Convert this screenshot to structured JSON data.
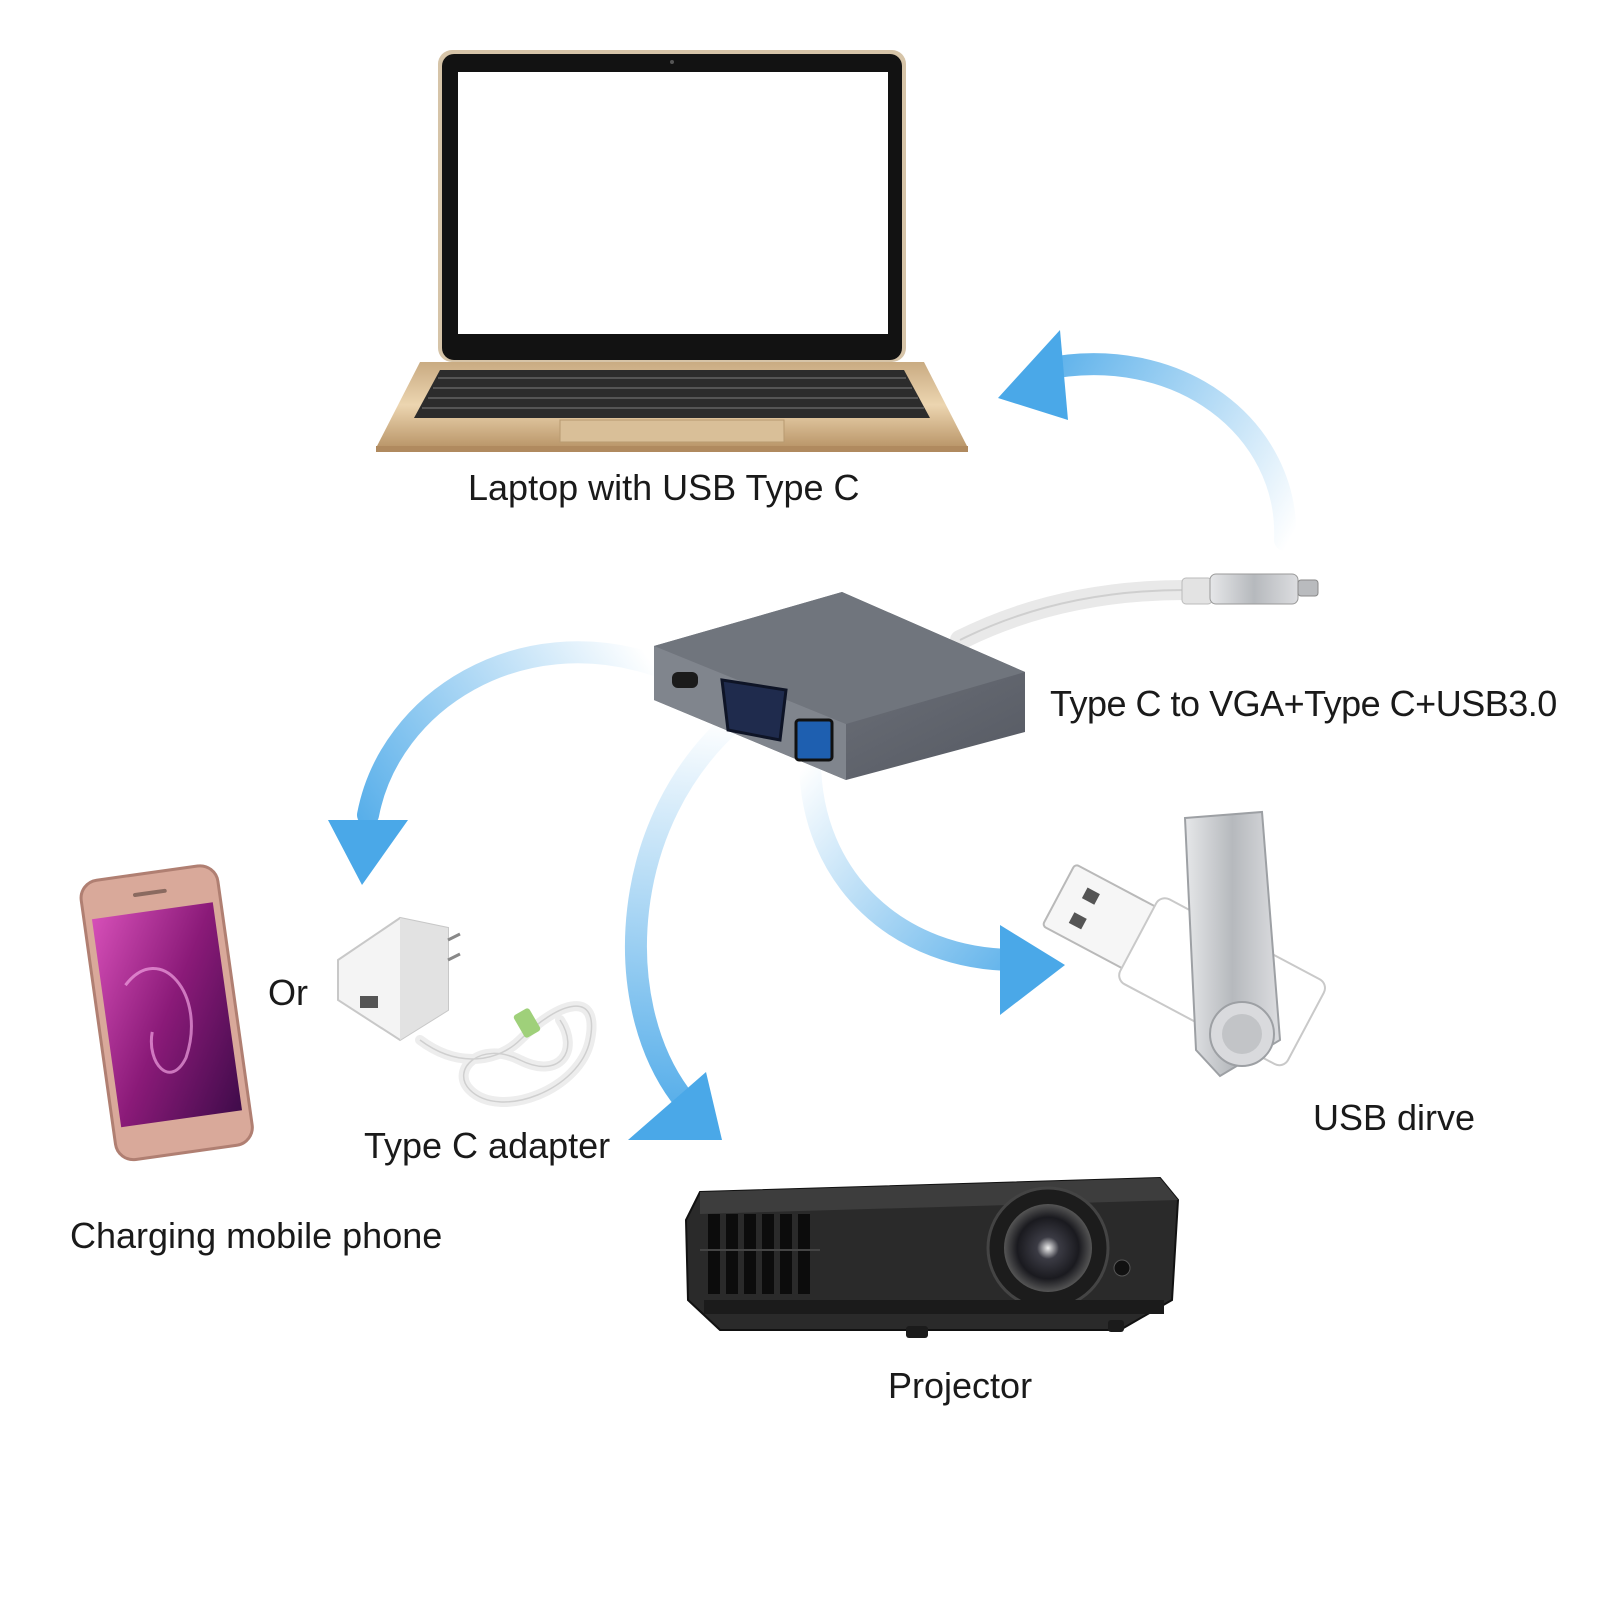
{
  "labels": {
    "laptop": "Laptop with USB Type C",
    "hub": "Type C to VGA+Type C+USB3.0",
    "or": "Or",
    "adapter": "Type C adapter",
    "phone": "Charging mobile phone",
    "usb_drive": "USB dirve",
    "projector": "Projector"
  },
  "colors": {
    "arrow": "#4aa8e8",
    "hub_body": "#6b7079",
    "laptop_gold": "#e3c9a4",
    "phone_screen": "#a0207e",
    "projector": "#2a2a2a",
    "usb_silver": "#c9cbce"
  }
}
